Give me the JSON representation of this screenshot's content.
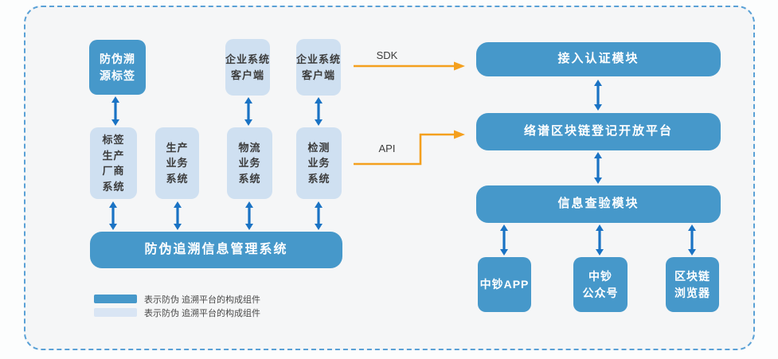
{
  "diagram": {
    "nodes": {
      "anti_counterfeit_label": "防伪溯\n源标签",
      "enterprise_client_1": "企业系统\n客户端",
      "enterprise_client_2": "企业系统\n客户端",
      "label_manufacturer": "标签\n生产\n厂商\n系统",
      "production": "生产\n业务\n系统",
      "logistics": "物流\n业务\n系统",
      "inspection": "检测\n业务\n系统",
      "trace_mgmt": "防伪追溯信息管理系统",
      "access_auth": "接入认证模块",
      "luopu_platform": "络谱区块链登记开放平台",
      "info_verify": "信息查验模块",
      "zhongchao_app": "中钞APP",
      "zhongchao_account": "中钞\n公众号",
      "blockchain_browser": "区块链\n浏览器"
    },
    "connectors": {
      "sdk": "SDK",
      "api": "API"
    },
    "legend": {
      "items": [
        {
          "swatch": "solid",
          "label": "表示防伪 追溯平台的构成组件"
        },
        {
          "swatch": "light",
          "label": "表示防伪 追溯平台的构成组件"
        }
      ]
    },
    "colors": {
      "solid_box": "#4698ca",
      "light_box": "#cfe0f1",
      "legend_light_swatch": "#d9e5f4",
      "arrow_blue": "#1a73c4",
      "arrow_orange": "#f4a01e",
      "dashed_border": "#5aa1d6"
    }
  }
}
